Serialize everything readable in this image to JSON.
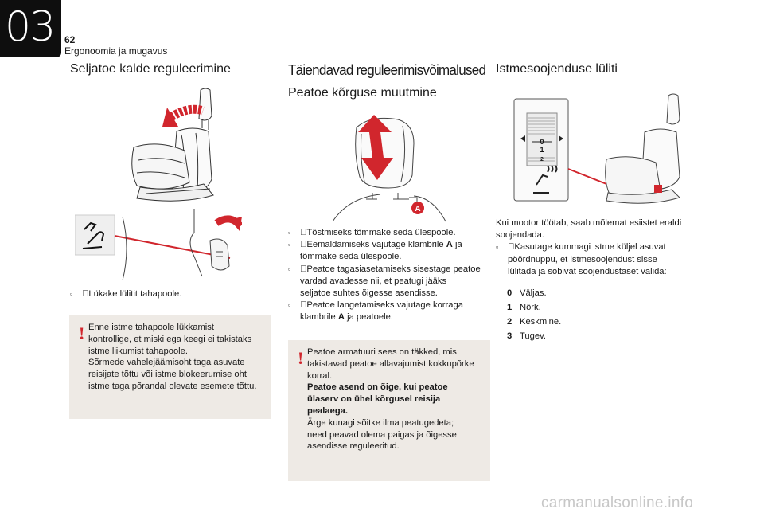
{
  "header": {
    "chapter": "03",
    "page_number": "62",
    "section": "Ergonoomia ja mugavus"
  },
  "col1": {
    "title": "Seljatoe kalde reguleerimine",
    "bullet": "Lükake lülitit tahapoole.",
    "warning": [
      "Enne istme tahapoole lükkamist",
      "kontrollige, et miski ega keegi ei takistaks",
      "istme liikumist tahapoole.",
      "Sõrmede vahelejäämisoht taga asuvate",
      "reisijate tõttu või istme blokeerumise oht",
      "istme taga põrandal olevate esemete tõttu."
    ]
  },
  "col2": {
    "main_title": "Täiendavad reguleerimisvõimalused",
    "title": "Peatoe kõrguse muutmine",
    "marker": "A",
    "bullets": [
      [
        "Tõstmiseks tõmmake seda ülespoole."
      ],
      [
        "Eemaldamiseks vajutage klambrile ",
        "A",
        " ja",
        "tõmmake seda ülespoole."
      ],
      [
        "Peatoe tagasiasetamiseks sisestage peatoe",
        "vardad avadesse nii, et peatugi jääks",
        "seljatoe suhtes õigesse asendisse."
      ],
      [
        "Peatoe langetamiseks vajutage korraga",
        "klambrile ",
        "A",
        " ja peatoele."
      ]
    ],
    "warning": {
      "l1": "Peatoe armatuuri sees on täkked, mis",
      "l2": "takistavad peatoe allavajumist kokkupõrke",
      "l3": "korral.",
      "b1": "Peatoe asend on õige, kui peatoe",
      "b2": "ülaserv on ühel kõrgusel reisija",
      "b3": "pealaega.",
      "l4": "Ärge kunagi sõitke ilma peatugedeta;",
      "l5": "need peavad olema paigas ja õigesse",
      "l6": "asendisse reguleeritud."
    }
  },
  "col3": {
    "title": "Istmesoojenduse lüliti",
    "switch_labels": [
      "0",
      "1",
      "2"
    ],
    "intro": [
      "Kui mootor töötab, saab mõlemat esiistet eraldi",
      "soojendada."
    ],
    "bullet": [
      "Kasutage kummagi istme küljel asuvat",
      "pöördnuppu, et istmesoojendust sisse",
      "lülitada ja sobivat soojendustaset valida:"
    ],
    "levels": [
      {
        "key": "0",
        "label": "Väljas."
      },
      {
        "key": "1",
        "label": "Nõrk."
      },
      {
        "key": "2",
        "label": "Keskmine."
      },
      {
        "key": "3",
        "label": "Tugev."
      }
    ]
  },
  "watermark": "carmanualsonline.info",
  "colors": {
    "accent_red": "#d1262d",
    "warning_bg": "#eeeae5",
    "tab_bg": "#0e0e0e"
  }
}
